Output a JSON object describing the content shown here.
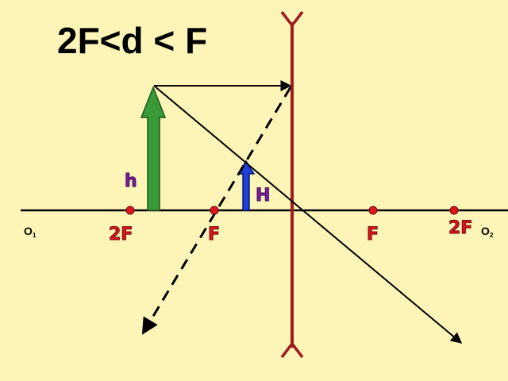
{
  "title": "2F<d < F",
  "labels": {
    "left_2f": "2F",
    "left_f": "F",
    "right_f": "F",
    "right_2f": "2F",
    "object_height": "h",
    "image_height": "H",
    "axis_left": "O",
    "axis_left_sub": "1",
    "axis_right": "O",
    "axis_right_sub": "2"
  },
  "colors": {
    "background": "#fdf5b8",
    "lens": "#a01c1c",
    "object_arrow": "#3a9a3a",
    "image_arrow": "#1f3fd6",
    "focal_point": "#e0141e"
  }
}
